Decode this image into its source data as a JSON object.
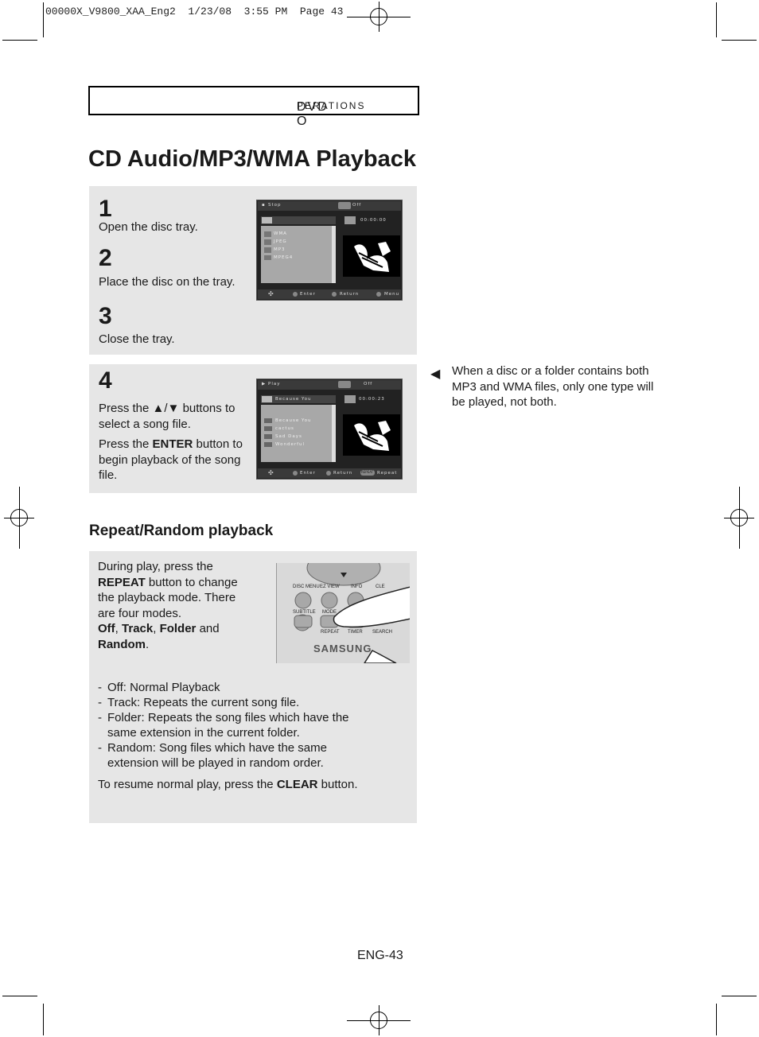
{
  "slug_line": "00000X_V9800_XAA_Eng2  1/23/08  3:55 PM  Page 43",
  "section_header": {
    "big": "DVD O",
    "small": "PERATIONS"
  },
  "title": "CD Audio/MP3/WMA Playback",
  "steps": [
    {
      "num": "1",
      "text": "Open the disc tray."
    },
    {
      "num": "2",
      "text": "Place the disc on the tray."
    },
    {
      "num": "3",
      "text": "Close the tray."
    },
    {
      "num": "4",
      "line1_a": "Press the ",
      "line1_b": "▲/▼",
      "line1_c": " buttons to select a song file.",
      "line2_a": "Press the ",
      "line2_b": "ENTER",
      "line2_c": " button to begin playback of the song file."
    }
  ],
  "screen1": {
    "status": "Stop",
    "mode": "Off",
    "time": "00:00:00",
    "items": [
      "WMA",
      "JPEG",
      "MP3",
      "MPEG4"
    ],
    "buttons": [
      "Enter",
      "Return",
      "Menu"
    ]
  },
  "screen2": {
    "status": "Play",
    "mode": "Off",
    "track": "Because You",
    "time": "00:00:23",
    "items": [
      "Because You",
      "cactus",
      "Sad Days",
      "Wonderful"
    ],
    "buttons": [
      "Enter",
      "Return",
      "Repeat"
    ],
    "repeat_badge": "REPEAT"
  },
  "note": "When a disc or a folder contains both MP3 and WMA files, only one type will be played, not both.",
  "repeat_section": {
    "title": "Repeat/Random playback",
    "intro": {
      "p1": "During play, press the",
      "repeat": "REPEAT",
      "p2": " button to change the playback mode. There are four modes.",
      "off": "Off",
      "sep1": ", ",
      "track": "Track",
      "sep2": ", ",
      "folder": "Folder",
      "and": " and",
      "random": "Random",
      "end": "."
    },
    "remote_labels": [
      "DISC MENU",
      "EZ VIEW",
      "INFO",
      "CLE",
      "SUBTITLE",
      "MODE",
      "REPEAT",
      "TIMER",
      "SEARCH",
      "SAMSUNG"
    ],
    "modes": [
      {
        "line1": "Off: Normal Playback"
      },
      {
        "line1": "Track: Repeats the current song file."
      },
      {
        "line1": "Folder: Repeats the song files which have the",
        "line2": "same extension in the current folder."
      },
      {
        "line1": "Random: Song files which have the same",
        "line2": "extension will be played in random order."
      }
    ],
    "resume_a": "To resume normal play, press the ",
    "resume_b": "CLEAR",
    "resume_c": " button."
  },
  "page_number": "ENG-43"
}
